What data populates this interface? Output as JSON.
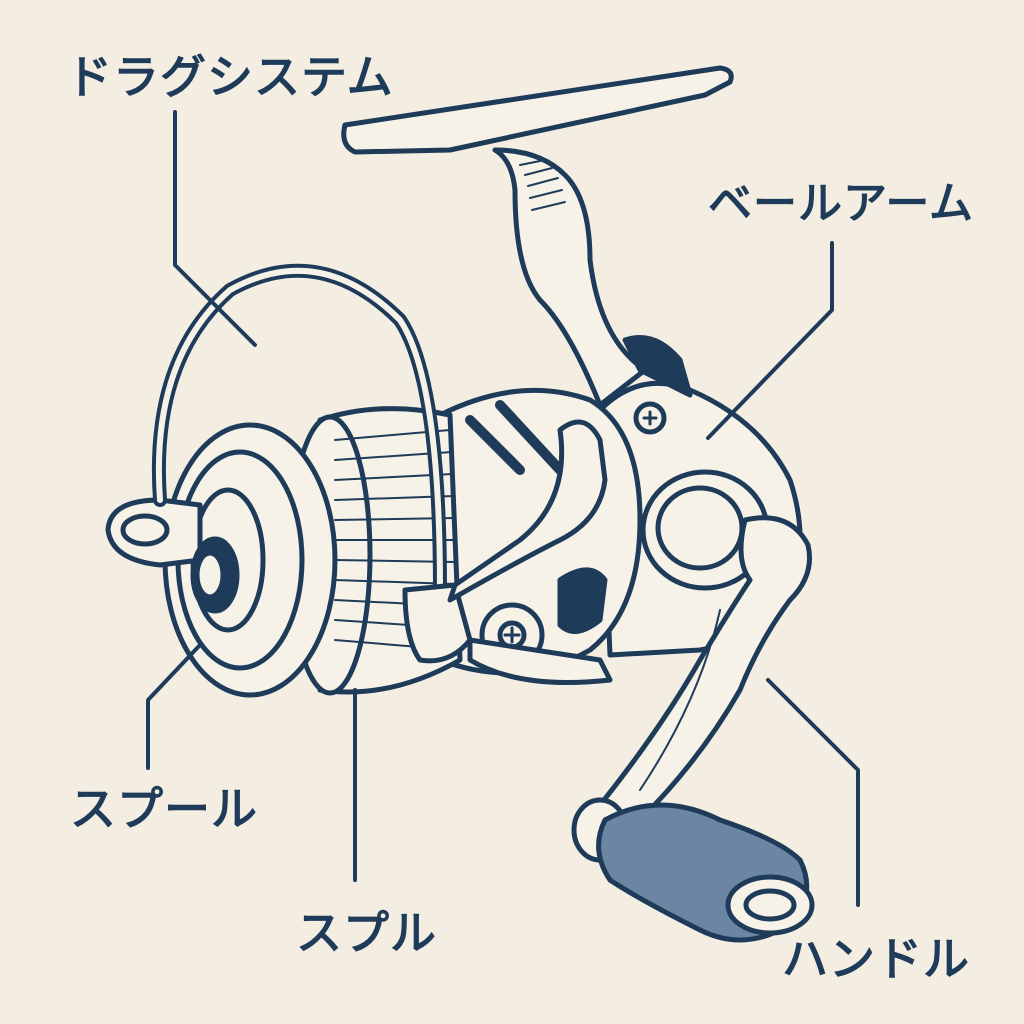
{
  "labels": {
    "drag_system": "ドラグシステム",
    "bail_arm": "ベールアーム",
    "spool_long": "スプール",
    "spool_short": "スプル",
    "handle": "ハンドル"
  },
  "colors": {
    "background": "#f3ede2",
    "ink": "#1f3b5a",
    "fill": "#f7f2e8",
    "knob": "#6b86a3"
  }
}
